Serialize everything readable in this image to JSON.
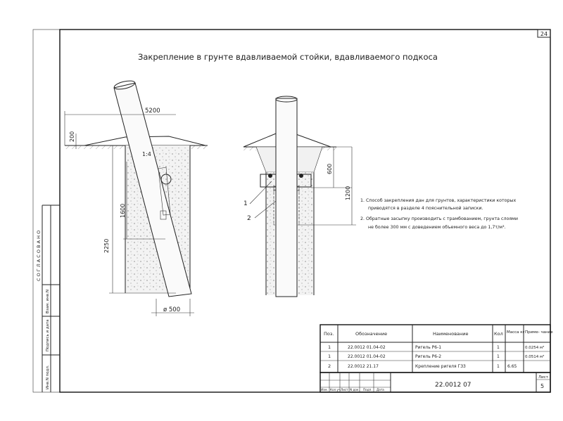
{
  "sheet": {
    "page_number": "24",
    "title": "Закрепление в грунте вдавливаемой стойки, вдавливаемого подкоса",
    "code": "22.0012 07",
    "sheet_label": "Лист",
    "sheet_no": "5"
  },
  "left_stamp": {
    "agreed": "С О Г Л А С О В А Н О",
    "cols": [
      "Взам. инв.N",
      "Подпись и дата",
      "Инв.N подл."
    ]
  },
  "dims": {
    "d5200": "5200",
    "d200": "200",
    "d1600": "1600",
    "d2250": "2250",
    "d500": "ø 500",
    "d600": "600",
    "d1200": "1200",
    "angle": "1:4",
    "c1": "1",
    "c2": "2"
  },
  "notes": [
    "1. Способ закрепления дан для грунтов, характеристики которых",
    "приводятся в разделе 4 пояснительной записки.",
    "2. Обратные засыпку производить с трамбованием, грунта слоями",
    "не более 300 мм с доведением объемного веса до 1,7т/м³."
  ],
  "spec": {
    "headers": {
      "pos": "Поз.",
      "designation": "Обозначение",
      "name": "Наименование",
      "qty": "Кол",
      "mass": "Масса кг",
      "note": "Приме- чание"
    },
    "rows": [
      {
        "pos": "1",
        "designation": "22.0012 01.04-02",
        "name": "Ригель Р6-1",
        "qty": "1",
        "mass": "",
        "note": "0.0254 м³"
      },
      {
        "pos": "1",
        "designation": "22.0012 01.04-02",
        "name": "Ригель Р6-2",
        "qty": "1",
        "mass": "",
        "note": "0.0514 м³"
      },
      {
        "pos": "2",
        "designation": "22.0012 21.17",
        "name": "Крепление ригеля ГЗ3",
        "qty": "1",
        "mass": "6.65",
        "note": ""
      }
    ]
  },
  "title_block": {
    "labels": [
      "Изм.",
      "Кол.уч.",
      "Лист",
      "N док.",
      "Подп.",
      "Дата"
    ]
  }
}
